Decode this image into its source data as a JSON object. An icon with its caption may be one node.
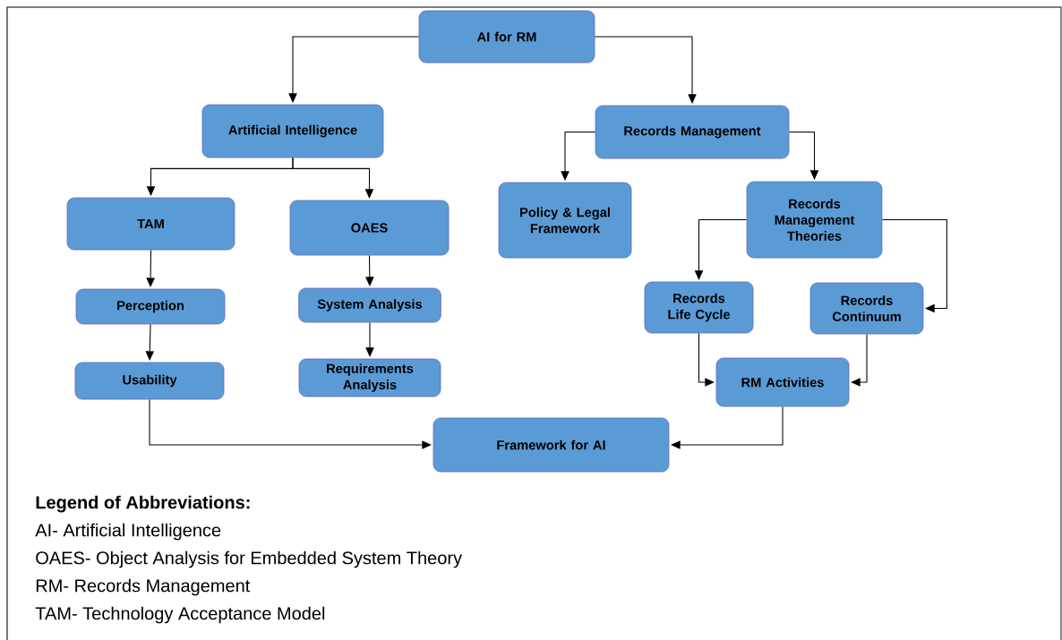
{
  "diagram": {
    "nodes": [
      {
        "text": [
          "AI for RM"
        ]
      },
      {
        "text": [
          "Artificial Intelligence"
        ]
      },
      {
        "text": [
          "Records Management"
        ]
      },
      {
        "text": [
          "TAM"
        ]
      },
      {
        "text": [
          "OAES"
        ]
      },
      {
        "text": [
          "Policy & Legal Framework"
        ]
      },
      {
        "text": [
          "Records Management Theories"
        ]
      },
      {
        "text": [
          "Perception"
        ]
      },
      {
        "text": [
          "System Analysis"
        ]
      },
      {
        "text": [
          "Records Life Cycle"
        ]
      },
      {
        "text": [
          "Records Continuum"
        ]
      },
      {
        "text": [
          "Usability"
        ]
      },
      {
        "text": [
          "Requirements Analysis"
        ]
      },
      {
        "text": [
          "RM Activities"
        ]
      },
      {
        "text": [
          "Framework for AI"
        ]
      }
    ],
    "edges": [
      {
        "from": 0,
        "to": 1,
        "arrow": "to"
      },
      {
        "from": 0,
        "to": 2,
        "arrow": "to"
      },
      {
        "from": 1,
        "to": 3,
        "arrow": "to"
      },
      {
        "from": 1,
        "to": 4,
        "arrow": "to"
      },
      {
        "from": 3,
        "to": 7,
        "arrow": "to"
      },
      {
        "from": 7,
        "to": 11,
        "arrow": "to"
      },
      {
        "from": 4,
        "to": 8,
        "arrow": "to"
      },
      {
        "from": 8,
        "to": 12,
        "arrow": "to"
      },
      {
        "from": 2,
        "to": 5,
        "arrow": "to"
      },
      {
        "from": 2,
        "to": 6,
        "arrow": "to"
      },
      {
        "from": 6,
        "to": 9,
        "arrow": "to"
      },
      {
        "from": 6,
        "to": 10,
        "arrow": "to"
      },
      {
        "from": 9,
        "to": 13,
        "arrow": "to"
      },
      {
        "from": 10,
        "to": 13,
        "arrow": "to"
      },
      {
        "from": 11,
        "to": 14,
        "arrow": "to"
      },
      {
        "from": 13,
        "to": 14,
        "arrow": "to"
      }
    ],
    "labels": [
      "**Legend of Abbreviations:**",
      "AI- Artificial Intelligence",
      "OAES- Object Analysis for Embedded System Theory",
      "RM- Records Management",
      "TAM- Technology Acceptance Model"
    ]
  }
}
